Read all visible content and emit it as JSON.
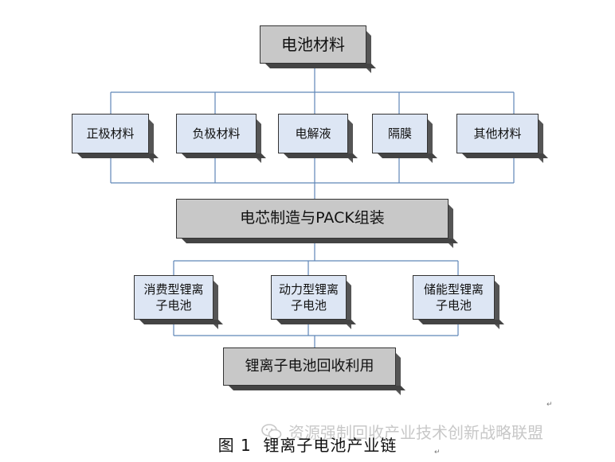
{
  "diagram": {
    "top": "电池材料",
    "materials": [
      "正极材料",
      "负极材料",
      "电解液",
      "隔膜",
      "其他材料"
    ],
    "core": "电芯制造与PACK组装",
    "applications": [
      "消费型锂离子电池",
      "动力型锂离子电池",
      "储能型锂离子电池"
    ],
    "recycle": "锂离子电池回收利用",
    "caption": "图 1  锂离子电池产业链",
    "watermark": "资源强制回收产业技术创新战略联盟"
  },
  "colors": {
    "box_gray": "#c8c8c8",
    "box_blue": "#dde6f4",
    "connector": "#5f86b8"
  },
  "icons": {
    "watermark": "wechat-icon",
    "paragraph": "return-mark-icon"
  }
}
